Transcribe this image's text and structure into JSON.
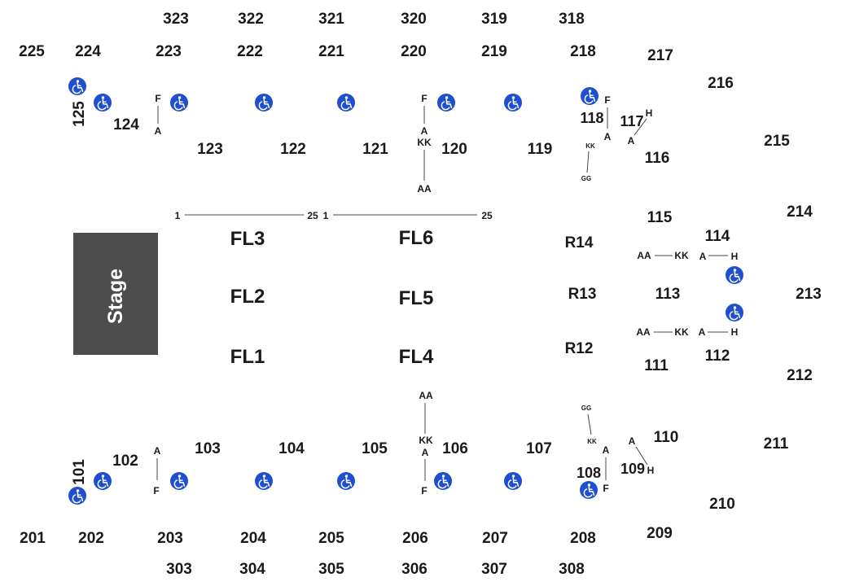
{
  "stage": {
    "label": "Stage",
    "color": "#4d4d4d"
  },
  "colors": {
    "accessible": "#1f4fd1",
    "text": "#1a1a1a",
    "line": "#444444"
  },
  "icon": "wheelchair-icon",
  "sections": {
    "s323": "323",
    "s322": "322",
    "s321": "321",
    "s320": "320",
    "s319": "319",
    "s318": "318",
    "s225": "225",
    "s224": "224",
    "s223": "223",
    "s222": "222",
    "s221": "221",
    "s220": "220",
    "s219": "219",
    "s218": "218",
    "s217": "217",
    "s216": "216",
    "s215": "215",
    "s214": "214",
    "s213": "213",
    "s212": "212",
    "s211": "211",
    "s210": "210",
    "s209": "209",
    "s201": "201",
    "s202": "202",
    "s203": "203",
    "s204": "204",
    "s205": "205",
    "s206": "206",
    "s207": "207",
    "s208": "208",
    "s303": "303",
    "s304": "304",
    "s305": "305",
    "s306": "306",
    "s307": "307",
    "s308": "308",
    "s125": "125",
    "s124": "124",
    "s123": "123",
    "s122": "122",
    "s121": "121",
    "s120": "120",
    "s119": "119",
    "s118": "118",
    "s117": "117",
    "s116": "116",
    "s115": "115",
    "s114": "114",
    "s113": "113",
    "s112": "112",
    "s111": "111",
    "s110": "110",
    "s109": "109",
    "s108": "108",
    "s107": "107",
    "s106": "106",
    "s105": "105",
    "s104": "104",
    "s103": "103",
    "s102": "102",
    "s101": "101"
  },
  "floor": {
    "fl1": "FL1",
    "fl2": "FL2",
    "fl3": "FL3",
    "fl4": "FL4",
    "fl5": "FL5",
    "fl6": "FL6"
  },
  "risers": {
    "r12": "R12",
    "r13": "R13",
    "r14": "R14"
  },
  "rows": {
    "a": "A",
    "f": "F",
    "h": "H",
    "kk": "KK",
    "aa": "AA",
    "gg": "GG"
  },
  "seats": {
    "first": "1",
    "last": "25"
  }
}
